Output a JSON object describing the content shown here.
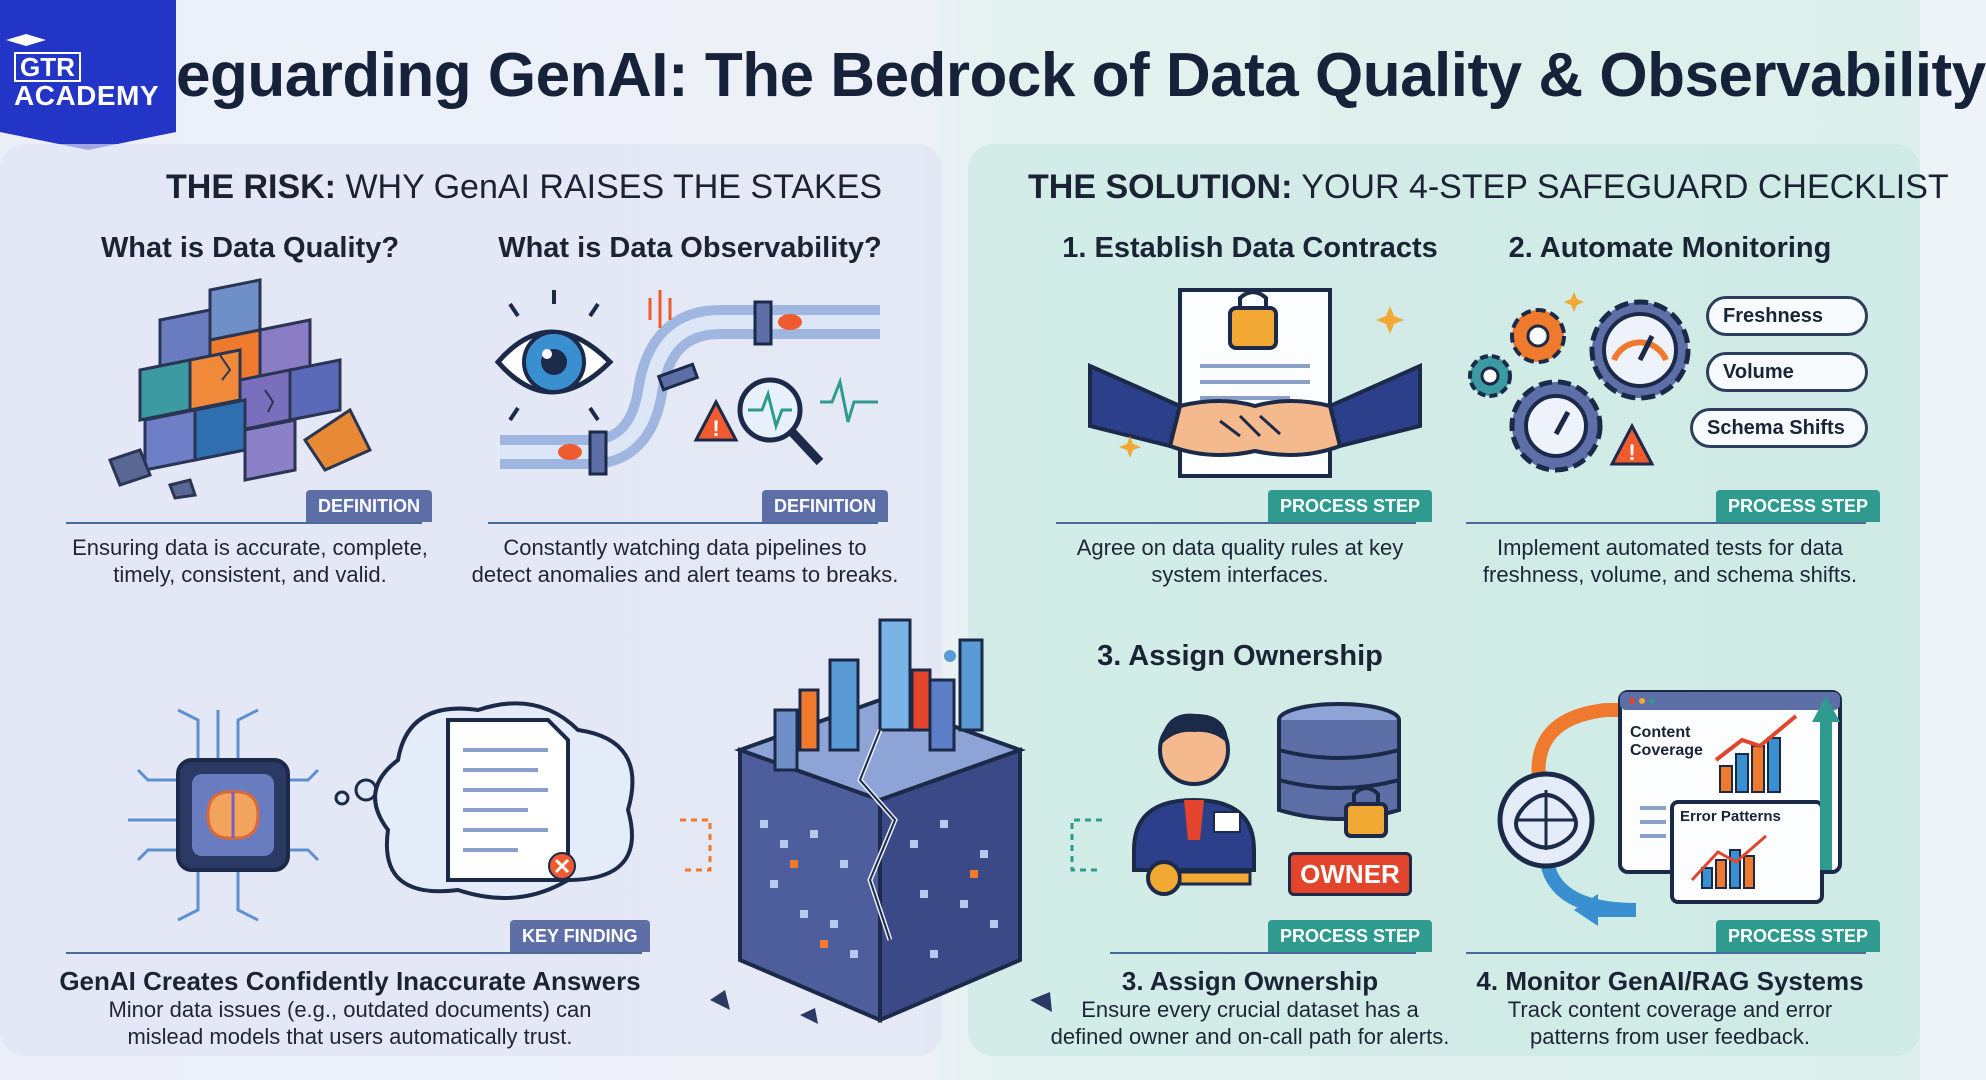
{
  "logo": {
    "line1": "GTR",
    "line2": "ACADEMY"
  },
  "title": "eguarding GenAI: The Bedrock of Data Quality & Observability",
  "risk": {
    "head_bold": "THE RISK:",
    "head_rest": " WHY GenAI RAISES THE STAKES",
    "dq": {
      "title": "What is Data Quality?",
      "tag": "DEFINITION",
      "desc_1": "Ensuring data is accurate, complete,",
      "desc_2": "timely, consistent, and valid."
    },
    "do": {
      "title": "What is Data Observability?",
      "tag": "DEFINITION",
      "desc_1": "Constantly watching data pipelines to",
      "desc_2": "detect anomalies and alert teams to breaks."
    },
    "finding": {
      "tag": "KEY FINDING",
      "title": "GenAI Creates Confidently Inaccurate Answers",
      "desc_1": "Minor data issues (e.g., outdated documents) can",
      "desc_2": "mislead models that users automatically trust."
    }
  },
  "solution": {
    "head_bold": "THE SOLUTION:",
    "head_rest": " YOUR 4-STEP SAFEGUARD CHECKLIST",
    "step1": {
      "title": "1. Establish Data Contracts",
      "tag": "PROCESS STEP",
      "desc_1": "Agree on data quality rules at key",
      "desc_2": "system interfaces."
    },
    "step2": {
      "title": "2. Automate Monitoring",
      "tag": "PROCESS STEP",
      "desc_1": "Implement automated tests for data",
      "desc_2": "freshness, volume, and schema shifts.",
      "pills": [
        "Freshness",
        "Volume",
        "Schema Shifts"
      ]
    },
    "step3": {
      "title": "3. Assign Ownership",
      "tag": "PROCESS STEP",
      "heading": "3. Assign Ownership",
      "desc_1": "Ensure every crucial dataset has a",
      "desc_2": "defined owner and on-call path for alerts.",
      "badge": "OWNER"
    },
    "step4": {
      "tag": "PROCESS STEP",
      "heading": "4. Monitor GenAI/RAG Systems",
      "desc_1": "Track content coverage and error",
      "desc_2": "patterns from user feedback.",
      "label_coverage_1": "Content",
      "label_coverage_2": "Coverage",
      "label_errors": "Error Patterns"
    }
  },
  "colors": {
    "navy": "#1c2a4a",
    "teal": "#2f9a8e",
    "slate": "#5d6fa6",
    "orange": "#ef7a2e",
    "red": "#e2452b",
    "logo_blue": "#2335c7"
  }
}
